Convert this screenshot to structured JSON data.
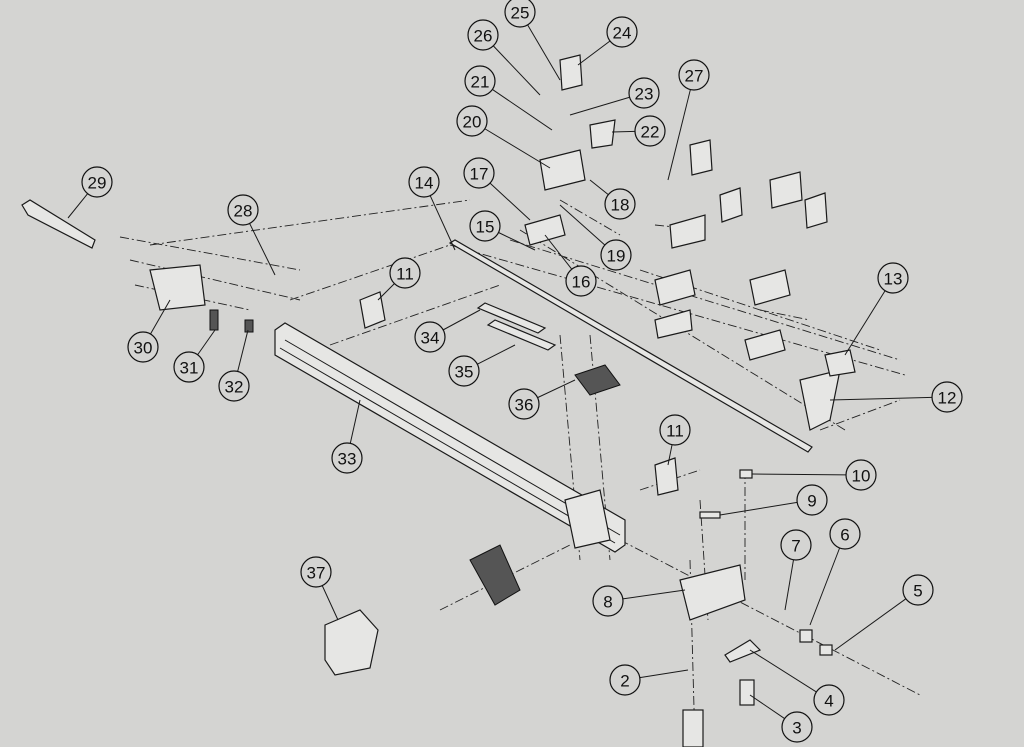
{
  "diagram": {
    "type": "exploded-parts-diagram",
    "callouts": [
      "25",
      "26",
      "24",
      "21",
      "23",
      "22",
      "27",
      "20",
      "17",
      "18",
      "14",
      "15",
      "19",
      "16",
      "13",
      "12",
      "29",
      "28",
      "11",
      "30",
      "31",
      "32",
      "34",
      "35",
      "36",
      "33",
      "11",
      "10",
      "9",
      "7",
      "6",
      "5",
      "8",
      "2",
      "4",
      "3",
      "37"
    ]
  }
}
